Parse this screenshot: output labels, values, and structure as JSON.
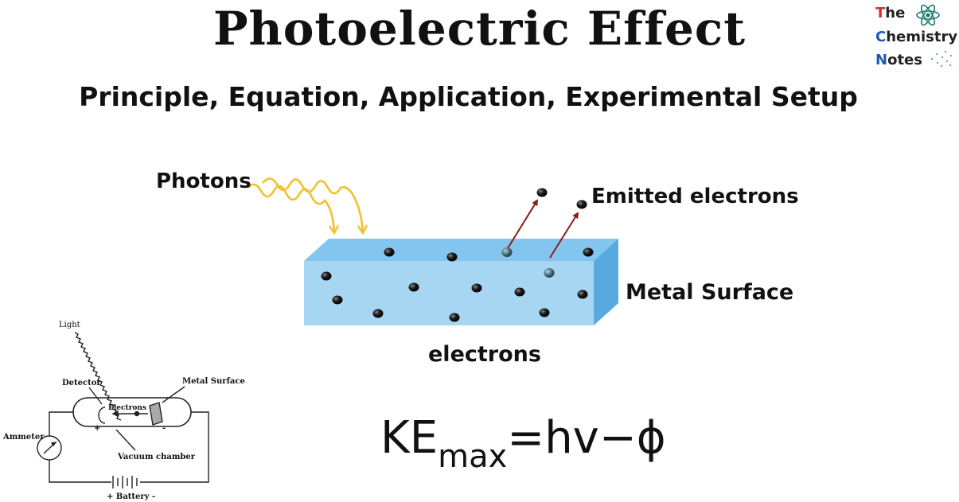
{
  "title": "Photoelectric Effect",
  "subtitle": "Principle, Equation, Application, Experimental Setup",
  "logo": {
    "line1": {
      "first": "T",
      "rest": "he"
    },
    "line2": {
      "first": "C",
      "rest": "hemistry"
    },
    "line3": {
      "first": "N",
      "rest": "otes"
    },
    "icon": "atom-icon"
  },
  "main_diagram": {
    "photons_label": "Photons",
    "emitted_label": "Emitted electrons",
    "metal_label": "Metal Surface",
    "electrons_label": "electrons"
  },
  "equation": {
    "ke": "KE",
    "sub": "max",
    "rest": "=hv−ϕ"
  },
  "setup": {
    "light": "Light",
    "detector": "Detector",
    "metal_surface": "Metal Surface",
    "electrons": "Electrons",
    "ammeter": "Ammeter",
    "vacuum": "Vacuum chamber",
    "battery": "+ Battery -",
    "plus": "+",
    "minus": "-"
  },
  "colors": {
    "block_front": "#a9d5f2",
    "block_top": "#7cc0ec",
    "photon": "#f2c12e",
    "arrow": "#8b1a1a"
  }
}
